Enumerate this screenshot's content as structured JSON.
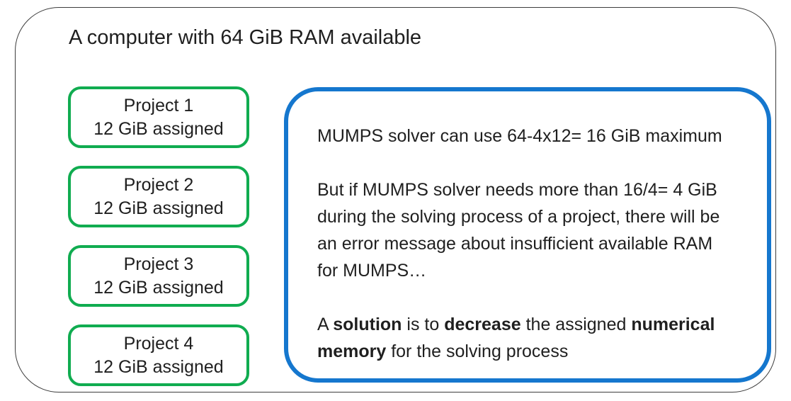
{
  "title": "A computer with 64 GiB RAM available",
  "colors": {
    "outer_border": "#3d3d3d",
    "project_border": "#10ac50",
    "note_border": "#1577ce",
    "text": "#1f1f1f"
  },
  "projects": [
    {
      "name": "Project 1",
      "memory": "12 GiB assigned"
    },
    {
      "name": "Project 2",
      "memory": "12 GiB assigned"
    },
    {
      "name": "Project 3",
      "memory": "12 GiB assigned"
    },
    {
      "name": "Project 4",
      "memory": "12 GiB assigned"
    }
  ],
  "note": {
    "para1": "MUMPS solver can use 64-4x12= 16 GiB maximum",
    "para2": "But if MUMPS solver needs more than 16/4= 4 GiB during the solving process of a project, there will be an error message about insufficient available RAM for MUMPS…",
    "para3_segments": [
      {
        "text": "A ",
        "bold": false
      },
      {
        "text": "solution",
        "bold": true
      },
      {
        "text": " is to ",
        "bold": false
      },
      {
        "text": "decrease",
        "bold": true
      },
      {
        "text": " the assigned ",
        "bold": false
      },
      {
        "text": "numerical memory",
        "bold": true
      },
      {
        "text": " for the solving process",
        "bold": false
      }
    ]
  }
}
